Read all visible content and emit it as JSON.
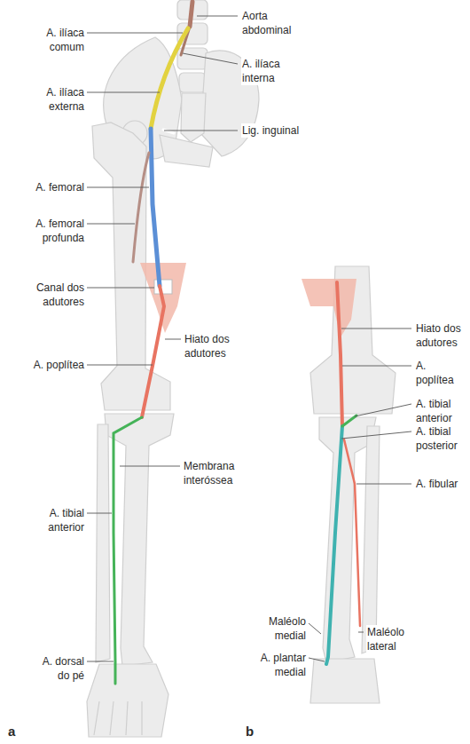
{
  "diagram": {
    "labels": [
      "Aorta abdominal",
      "A. ilíaca comum",
      "A. ilíaca interna",
      "A. ilíaca externa",
      "Lig. inguinal",
      "A. femoral",
      "A. femoral profunda",
      "Canal dos adutores",
      "Hiato dos adutores",
      "A. poplítea",
      "Membrana interóssea",
      "A. tibial anterior",
      "A. dorsal do pé",
      "a",
      "Hiato dos adutores",
      "A. poplítea",
      "A. tibial anterior",
      "A. tibial posterior",
      "A. fibular",
      "Maléolo medial",
      "Maléolo lateral",
      "A. plantar medial",
      "b"
    ]
  }
}
